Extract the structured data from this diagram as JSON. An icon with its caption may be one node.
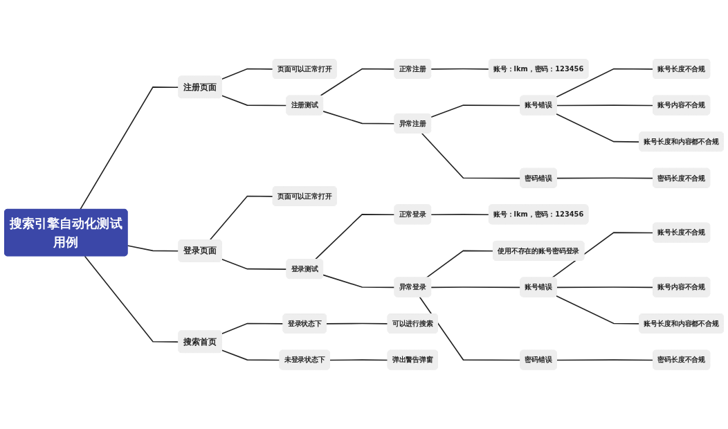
{
  "diagram": {
    "nodes": [
      {
        "text": [
          "搜索引擎自动化测试用例"
        ]
      },
      {
        "text": [
          "注册页面"
        ]
      },
      {
        "text": [
          "页面可以正常打开"
        ]
      },
      {
        "text": [
          "注册测试"
        ]
      },
      {
        "text": [
          "正常注册"
        ]
      },
      {
        "text": [
          "账号：lkm，密码：123456"
        ]
      },
      {
        "text": [
          "异常注册"
        ]
      },
      {
        "text": [
          "账号错误"
        ]
      },
      {
        "text": [
          "账号长度不合规"
        ]
      },
      {
        "text": [
          "账号内容不合规"
        ]
      },
      {
        "text": [
          "账号长度和内容都不合规"
        ]
      },
      {
        "text": [
          "密码错误"
        ]
      },
      {
        "text": [
          "密码长度不合规"
        ]
      },
      {
        "text": [
          "登录页面"
        ]
      },
      {
        "text": [
          "页面可以正常打开"
        ]
      },
      {
        "text": [
          "登录测试"
        ]
      },
      {
        "text": [
          "正常登录"
        ]
      },
      {
        "text": [
          "账号：lkm，密码：123456"
        ]
      },
      {
        "text": [
          "异常登录"
        ]
      },
      {
        "text": [
          "使用不存在的账号密码登录"
        ]
      },
      {
        "text": [
          "账号错误"
        ]
      },
      {
        "text": [
          "账号长度不合规"
        ]
      },
      {
        "text": [
          "账号内容不合规"
        ]
      },
      {
        "text": [
          "账号长度和内容都不合规"
        ]
      },
      {
        "text": [
          "密码错误"
        ]
      },
      {
        "text": [
          "密码长度不合规"
        ]
      },
      {
        "text": [
          "搜索首页"
        ]
      },
      {
        "text": [
          "登录状态下"
        ]
      },
      {
        "text": [
          "可以进行搜索"
        ]
      },
      {
        "text": [
          "未登录状态下"
        ]
      },
      {
        "text": [
          "弹出警告弹窗"
        ]
      }
    ],
    "edges": [
      {
        "from": 0,
        "to": 1,
        "arrow": "none"
      },
      {
        "from": 1,
        "to": 2,
        "arrow": "none"
      },
      {
        "from": 1,
        "to": 3,
        "arrow": "none"
      },
      {
        "from": 3,
        "to": 4,
        "arrow": "none"
      },
      {
        "from": 4,
        "to": 5,
        "arrow": "none"
      },
      {
        "from": 3,
        "to": 6,
        "arrow": "none"
      },
      {
        "from": 6,
        "to": 7,
        "arrow": "none"
      },
      {
        "from": 7,
        "to": 8,
        "arrow": "none"
      },
      {
        "from": 7,
        "to": 9,
        "arrow": "none"
      },
      {
        "from": 7,
        "to": 10,
        "arrow": "none"
      },
      {
        "from": 6,
        "to": 11,
        "arrow": "none"
      },
      {
        "from": 11,
        "to": 12,
        "arrow": "none"
      },
      {
        "from": 0,
        "to": 13,
        "arrow": "none"
      },
      {
        "from": 13,
        "to": 14,
        "arrow": "none"
      },
      {
        "from": 13,
        "to": 15,
        "arrow": "none"
      },
      {
        "from": 15,
        "to": 16,
        "arrow": "none"
      },
      {
        "from": 16,
        "to": 17,
        "arrow": "none"
      },
      {
        "from": 15,
        "to": 18,
        "arrow": "none"
      },
      {
        "from": 18,
        "to": 19,
        "arrow": "none"
      },
      {
        "from": 18,
        "to": 20,
        "arrow": "none"
      },
      {
        "from": 20,
        "to": 21,
        "arrow": "none"
      },
      {
        "from": 20,
        "to": 22,
        "arrow": "none"
      },
      {
        "from": 20,
        "to": 23,
        "arrow": "none"
      },
      {
        "from": 18,
        "to": 24,
        "arrow": "none"
      },
      {
        "from": 24,
        "to": 25,
        "arrow": "none"
      },
      {
        "from": 0,
        "to": 26,
        "arrow": "none"
      },
      {
        "from": 26,
        "to": 27,
        "arrow": "none"
      },
      {
        "from": 27,
        "to": 28,
        "arrow": "none"
      },
      {
        "from": 26,
        "to": 29,
        "arrow": "none"
      },
      {
        "from": 29,
        "to": 30,
        "arrow": "none"
      }
    ]
  }
}
